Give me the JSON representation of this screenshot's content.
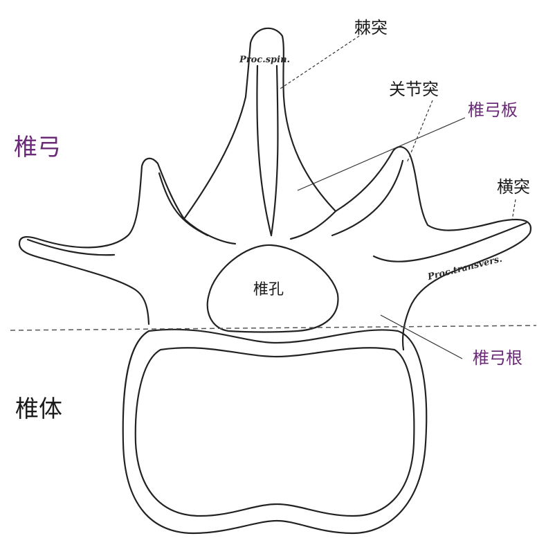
{
  "labels": {
    "spinous_process": "棘突",
    "articular_process": "关节突",
    "lamina": "椎弓板",
    "transverse_process": "横突",
    "vertebral_arch": "椎弓",
    "vertebral_foramen": "椎孔",
    "pedicle": "椎弓根",
    "vertebral_body": "椎体"
  },
  "latin_labels": {
    "proc_spin": "Proc.spin.",
    "proc_transvers": "Proc.transvers."
  },
  "colors": {
    "black_label": "#1a1a1a",
    "purple_label": "#6b2a78",
    "outline": "#222222",
    "leader_line": "#333333"
  }
}
